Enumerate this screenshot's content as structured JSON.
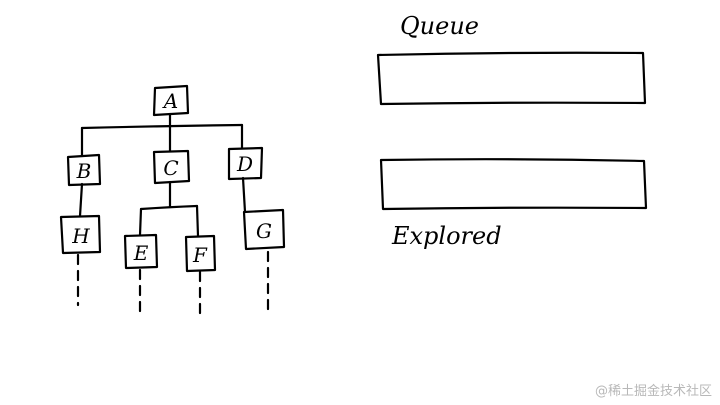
{
  "tree": {
    "nodes": [
      "A",
      "B",
      "C",
      "D",
      "H",
      "E",
      "F",
      "G"
    ]
  },
  "queue_label": "Queue",
  "explored_label": "Explored",
  "watermark": "@稀土掘金技术社区"
}
